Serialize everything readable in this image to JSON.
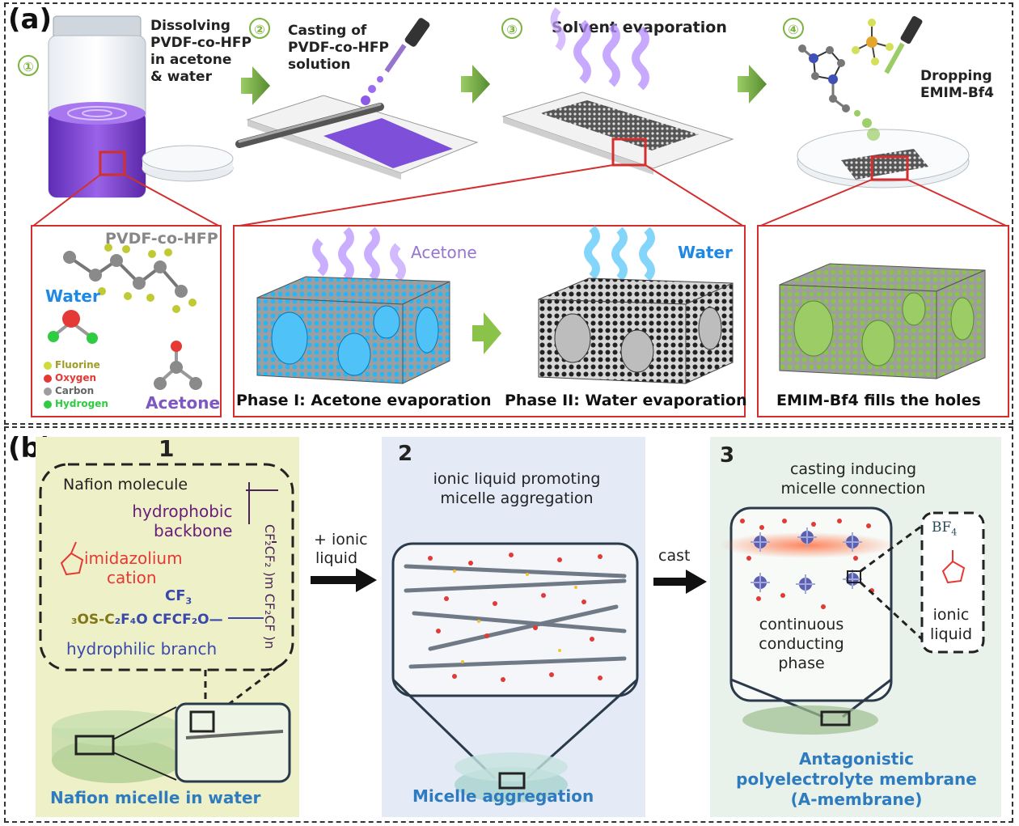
{
  "panel_a": {
    "label": "(a)",
    "steps": [
      {
        "num": "①",
        "caption": [
          "Dissolving",
          "PVDF-co-HFP",
          "in acetone",
          "& water"
        ]
      },
      {
        "num": "②",
        "caption": [
          "Casting of",
          "PVDF-co-HFP",
          "solution"
        ]
      },
      {
        "num": "③",
        "caption": [
          "Solvent evaporation"
        ]
      },
      {
        "num": "④",
        "caption": [
          "Dropping",
          "EMIM-Bf4"
        ]
      }
    ],
    "molecule_box": {
      "polymer": "PVDF-co-HFP",
      "water": "Water",
      "acetone": "Acetone",
      "legend": [
        {
          "name": "Fluorine",
          "color": "#cddc39"
        },
        {
          "name": "Oxygen",
          "color": "#e53935"
        },
        {
          "name": "Carbon",
          "color": "#9e9e9e"
        },
        {
          "name": "Hydrogen",
          "color": "#2ecc40"
        }
      ]
    },
    "phase_box": {
      "acetone": "Acetone",
      "water": "Water",
      "phase1": "Phase I: Acetone evaporation",
      "phase2": "Phase II: Water evaporation"
    },
    "fill_box": {
      "caption": "EMIM-Bf4 fills the holes"
    }
  },
  "panel_b": {
    "label": "(b)",
    "step1": {
      "num": "1",
      "title": "Nafion molecule",
      "backbone": [
        "hydrophobic",
        "backbone"
      ],
      "cation": [
        "imidazolium",
        "cation"
      ],
      "branch": "hydrophilic branch",
      "formula_top": "CF",
      "formula_main": "OS-C",
      "caption": "Nafion micelle in water"
    },
    "arrow1": [
      "+ ionic",
      "liquid"
    ],
    "step2": {
      "num": "2",
      "title": [
        "ionic liquid promoting",
        "micelle aggregation"
      ],
      "caption": "Micelle aggregation"
    },
    "arrow2": [
      "cast"
    ],
    "step3": {
      "num": "3",
      "title": [
        "casting inducing",
        "micelle connection"
      ],
      "phase": [
        "continuous",
        "conducting",
        "phase"
      ],
      "anion": "BF",
      "ionic": [
        "ionic",
        "liquid"
      ],
      "caption": [
        "Antagonistic",
        "polyelectrolyte membrane",
        "(A-membrane)"
      ]
    }
  },
  "colors": {
    "accent_green": "#7cb342",
    "red_box": "#d32f2f",
    "purple": "#7e57c2",
    "water_blue": "#1e88e5",
    "caption_blue": "#2e7bbf"
  }
}
